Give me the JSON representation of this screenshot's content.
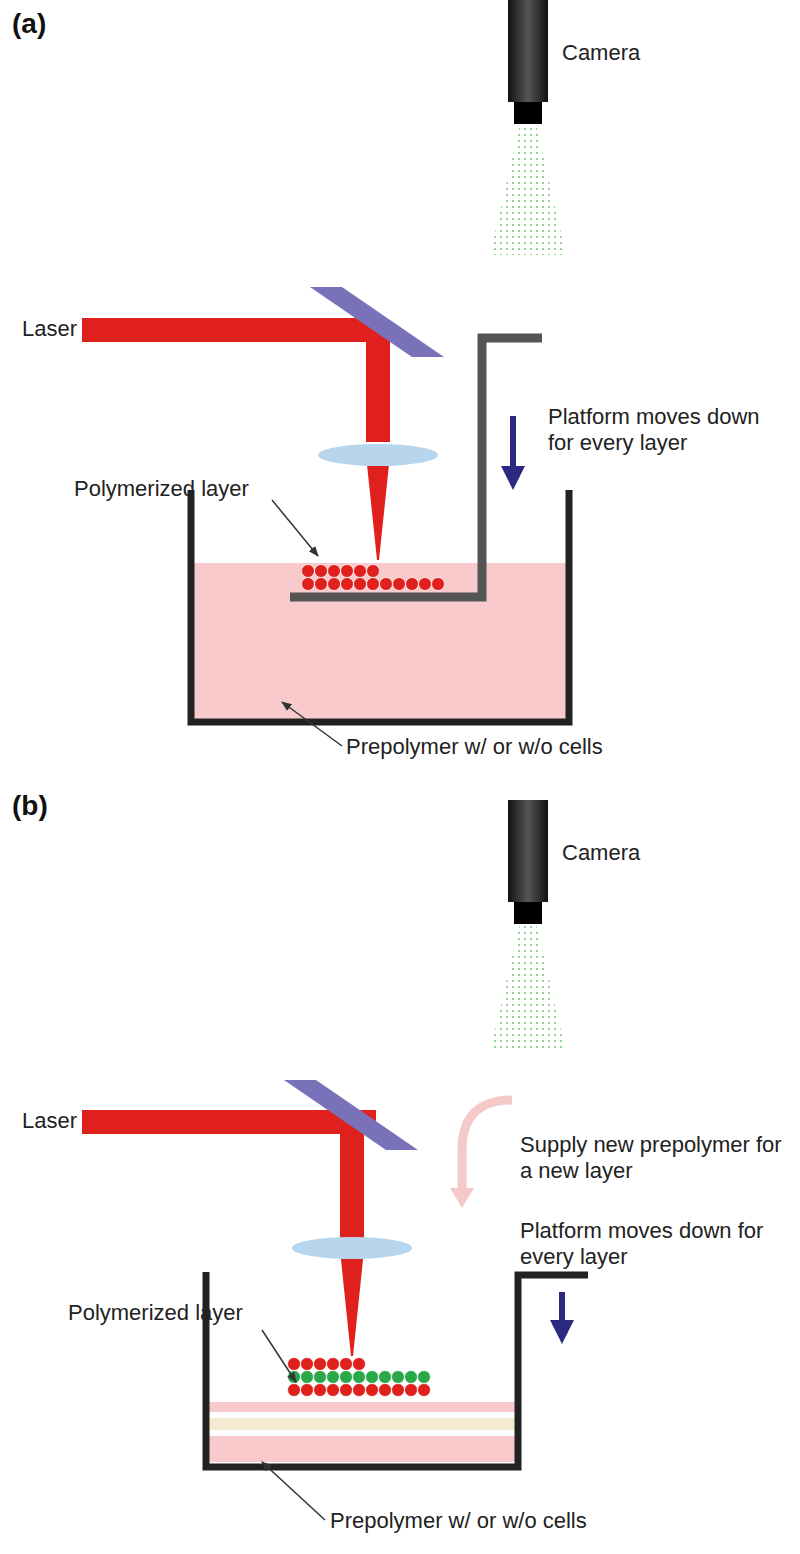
{
  "diagram": {
    "labels": [
      "(a)",
      "Camera",
      "Laser",
      "Polymerized layer",
      "Platform moves down for every layer",
      "Prepolymer w/ or w/o cells",
      "(b)",
      "Camera",
      "Laser",
      "Supply new prepolymer for a new layer",
      "Platform moves down for every layer",
      "Polymerized layer",
      "Prepolymer w/ or w/o cells"
    ]
  }
}
